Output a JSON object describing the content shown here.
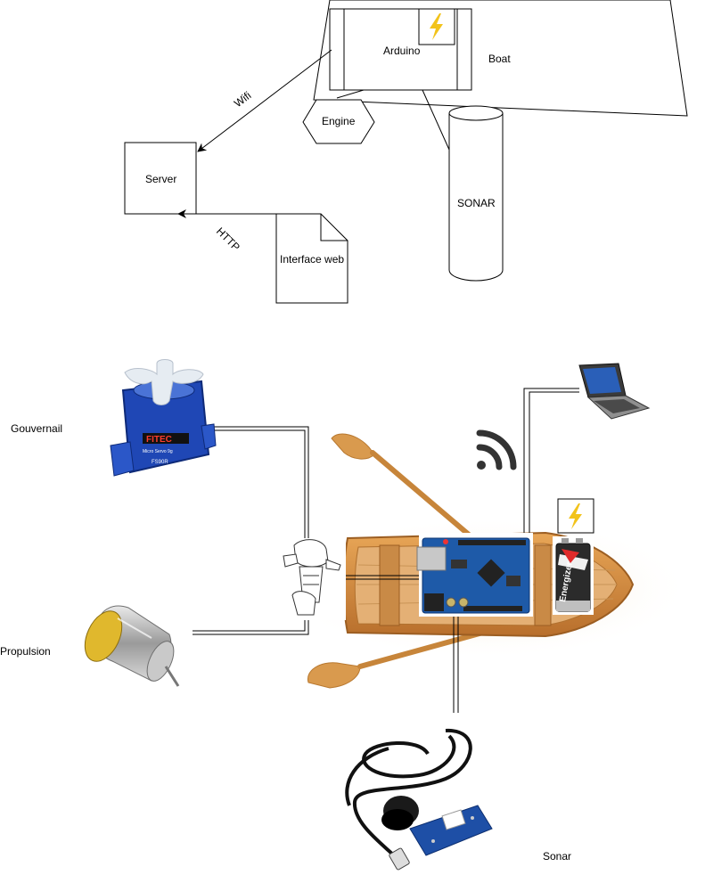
{
  "top_diagram": {
    "arduino": "Arduino",
    "boat": "Boat",
    "engine": "Engine",
    "server": "Server",
    "sonar": "SONAR",
    "interface_web": "Interface web",
    "wifi": "Wifi",
    "http": "HTTP"
  },
  "bottom_diagram": {
    "gouvernail": "Gouvernail",
    "propulsion": "Propulsion",
    "sonar": "Sonar",
    "servo_brand": "FITEC",
    "servo_subtext": "Micro Servo 9g",
    "servo_model": "FS90R",
    "battery_brand": "Energizer"
  },
  "colors": {
    "lightning": "#f2c31b",
    "wood": "#d99a4e",
    "board_blue": "#1e5aa8",
    "servo_blue": "#1f47b5"
  }
}
